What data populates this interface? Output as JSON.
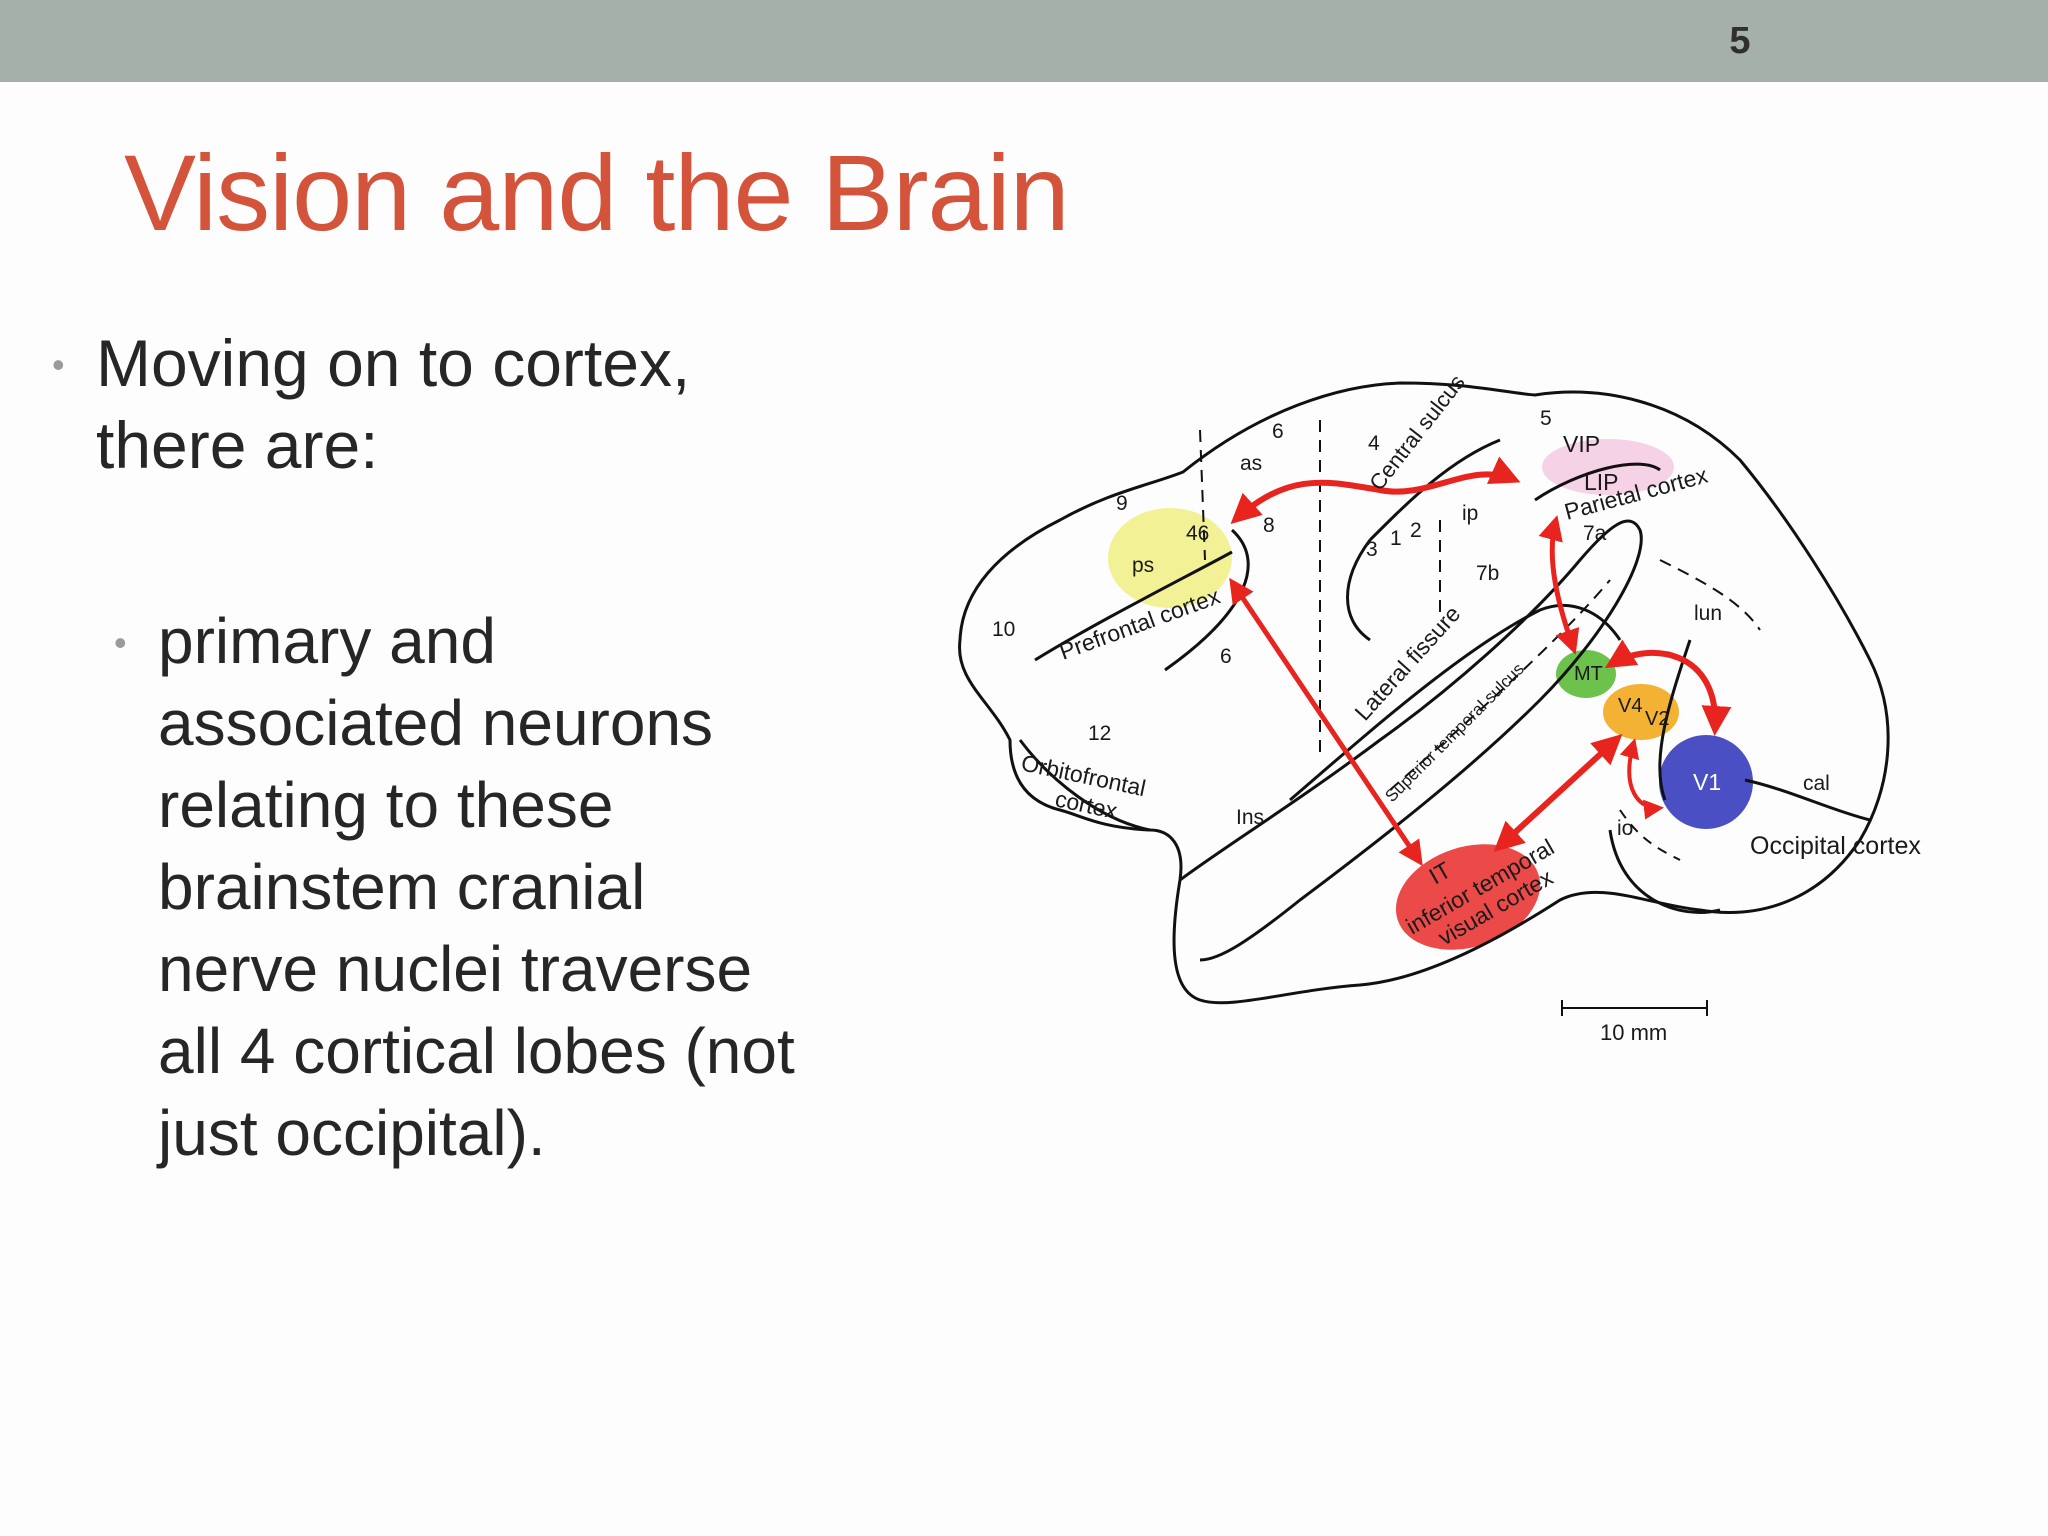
{
  "slide": {
    "number": "5",
    "title": "Vision and the Brain",
    "bullet_1": "Moving on to cortex, there are:",
    "bullet_2": "primary and associated neurons relating to these brainstem cranial nerve nuclei traverse all 4 cortical lobes (not just occipital)."
  },
  "diagram": {
    "labels": {
      "central_sulcus": "Central sulcus",
      "parietal_cortex": "Parietal cortex",
      "prefrontal_cortex": "Prefrontal cortex",
      "orbitofrontal_cortex_1": "Orbitofrontal",
      "orbitofrontal_cortex_2": "cortex",
      "lateral_fissure": "Lateral fissure",
      "superior_temporal_sulcus": "Superior temporal sulcus",
      "it_1": "IT",
      "it_2": "inferior temporal",
      "it_3": "visual cortex",
      "occipital_cortex": "Occipital cortex",
      "vip": "VIP",
      "lip": "LIP",
      "mt": "MT",
      "v4": "V4",
      "v2": "V2",
      "v1": "V1",
      "ps": "ps",
      "as": "as",
      "ip": "ip",
      "lun": "lun",
      "cal": "cal",
      "io": "io",
      "ins": "Ins",
      "area_46": "46",
      "area_9": "9",
      "area_8": "8",
      "area_6_top": "6",
      "area_6_low": "6",
      "area_4": "4",
      "area_5": "5",
      "area_3": "3",
      "area_1": "1",
      "area_2": "2",
      "area_7a": "7a",
      "area_7b": "7b",
      "area_10": "10",
      "area_12": "12"
    },
    "scale_bar": "10 mm",
    "colors": {
      "arrow": "#e8241f",
      "prefrontal": "#f2f08a",
      "parietal": "#f4cde2",
      "mt": "#6cc24a",
      "v4": "#f3b234",
      "v1": "#4a4fc4",
      "it": "#ec4a48"
    }
  }
}
